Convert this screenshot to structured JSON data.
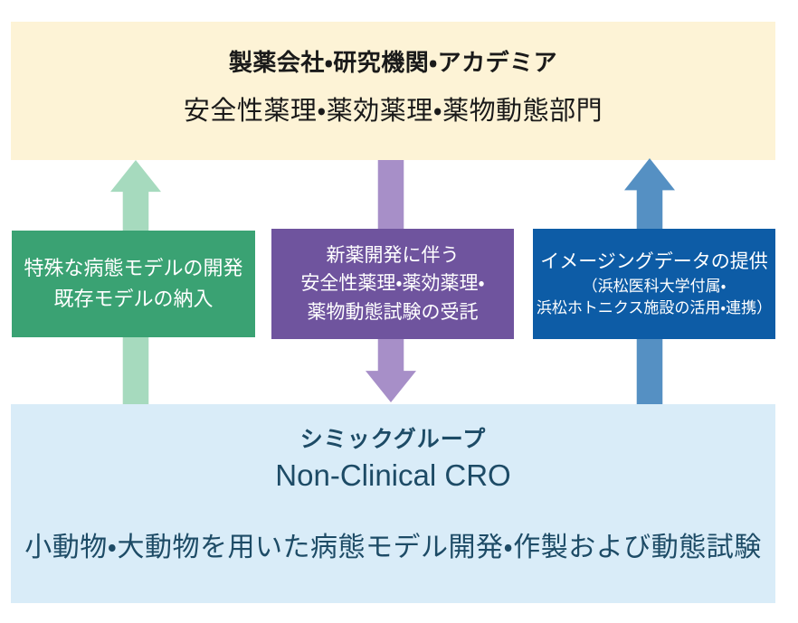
{
  "colors": {
    "top-banner-bg": "#fdf3d6",
    "bottom-banner-bg": "#d9ecf8",
    "green-box": "#3aa273",
    "green-arrow": "#a6dabe",
    "purple-box": "#6f549e",
    "purple-arrow": "#a78fc8",
    "blue-box": "#0d5ca6",
    "blue-arrow": "#5590c3",
    "navy-text": "#1d4b66",
    "ink": "#1a1a1a"
  },
  "top_banner": {
    "title": "製薬会社・研究機関・アカデミア",
    "subtitle": "安全性薬理・薬効薬理・薬物動態部門"
  },
  "flows": {
    "left": {
      "direction": "up",
      "arrow_color": "#a6dabe",
      "box_color": "#3aa273",
      "lines": [
        "特殊な病態モデルの開発",
        "既存モデルの納入"
      ]
    },
    "center": {
      "direction": "down",
      "arrow_color": "#a78fc8",
      "box_color": "#6f549e",
      "lines": [
        "新薬開発に伴う",
        "安全性薬理・薬効薬理・",
        "薬物動態試験の受託"
      ]
    },
    "right": {
      "direction": "up",
      "arrow_color": "#5590c3",
      "box_color": "#0d5ca6",
      "lines": [
        "イメージングデータの提供",
        "（浜松医科大学付属・",
        "浜松ホトニクス施設の活用・連携）"
      ]
    }
  },
  "bottom_banner": {
    "title": "シミックグループ",
    "subtitle": "Non-Clinical CRO",
    "description": "小動物・大動物を用いた病態モデル開発・作製および動態試験"
  }
}
